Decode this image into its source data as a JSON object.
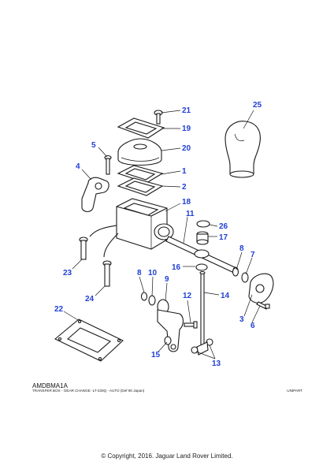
{
  "diagram": {
    "code": "AMDBMA1A",
    "description": "TRANSFER BOX -   GEAR CHANGE -LT-230Q - AUTO (Def 90 Japan)",
    "brand_tag": "UNIPART",
    "copyright": "© Copyright, 2016. Jaguar Land Rover Limited.",
    "callouts": [
      "21",
      "19",
      "20",
      "5",
      "4",
      "1",
      "2",
      "18",
      "11",
      "26",
      "17",
      "8",
      "7",
      "16",
      "14",
      "10",
      "9",
      "8",
      "12",
      "3",
      "6",
      "23",
      "24",
      "22",
      "15",
      "13",
      "25"
    ],
    "accent_color": "#1f3fd6"
  }
}
